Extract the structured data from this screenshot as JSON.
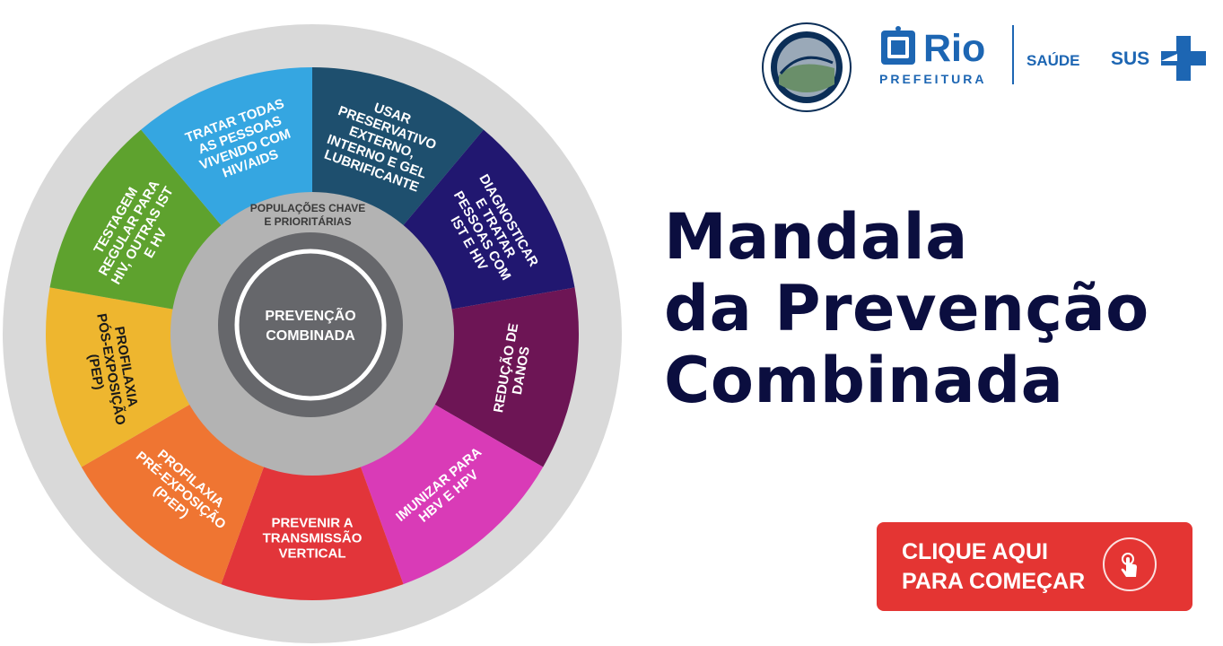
{
  "center": {
    "label_line1": "PREVENÇÃO",
    "label_line2": "COMBINADA"
  },
  "populations": {
    "line1": "POPULAÇÕES CHAVE",
    "line2": "E PRIORITÁRIAS"
  },
  "segments": [
    {
      "id": "preservativo",
      "color": "#1e4f6e",
      "text_color": "#ffffff",
      "lines": [
        "USAR",
        "PRESERVATIVO",
        "EXTERNO,",
        "INTERNO E GEL",
        "LUBRIFICANTE"
      ]
    },
    {
      "id": "diagnosticar",
      "color": "#211770",
      "text_color": "#ffffff",
      "lines": [
        "DIAGNOSTICAR",
        "E TRATAR",
        "PESSOAS COM",
        "IST E HIV"
      ]
    },
    {
      "id": "reducao-danos",
      "color": "#6d1555",
      "text_color": "#ffffff",
      "lines": [
        "REDUÇÃO DE",
        "DANOS"
      ]
    },
    {
      "id": "imunizar",
      "color": "#d93bb7",
      "text_color": "#ffffff",
      "lines": [
        "IMUNIZAR PARA",
        "HBV E HPV"
      ]
    },
    {
      "id": "transmissao-vertical",
      "color": "#e2353a",
      "text_color": "#ffffff",
      "lines": [
        "PREVENIR A",
        "TRANSMISSÃO",
        "VERTICAL"
      ]
    },
    {
      "id": "prep",
      "color": "#ef7532",
      "text_color": "#ffffff",
      "lines": [
        "PROFILAXIA",
        "PRÉ-EXPOSIÇÃO",
        "(PrEP)"
      ]
    },
    {
      "id": "pep",
      "color": "#eeb62f",
      "text_color": "#1a1a1a",
      "lines": [
        "PROFILAXIA",
        "PÓS-EXPOSIÇÃO",
        "(PEP)"
      ]
    },
    {
      "id": "testagem",
      "color": "#5ea22e",
      "text_color": "#ffffff",
      "lines": [
        "TESTAGEM",
        "REGULAR PARA",
        "HIV, OUTRAS IST",
        "E HV"
      ]
    },
    {
      "id": "tratar-todas",
      "color": "#35a6e1",
      "text_color": "#ffffff",
      "lines": [
        "TRATAR TODAS",
        "AS PESSOAS",
        "VIVENDO COM",
        "HIV/AIDS"
      ]
    }
  ],
  "title": {
    "line1": "Mandala",
    "line2": "da Prevenção",
    "line3": "Combinada"
  },
  "cta": {
    "line1": "CLIQUE AQUI",
    "line2": "PARA COMEÇAR",
    "icon": "tap-hand-icon"
  },
  "logos": {
    "rio_word": "Rio",
    "rio_sub": "PREFEITURA",
    "saude": "SAÚDE",
    "sus": "SUS"
  },
  "colors": {
    "title": "#0b0e3f",
    "cta": "#e43533",
    "brand_blue": "#1d66b3",
    "outer_ring": "#d9d9d9",
    "inner_ring": "#b3b3b3",
    "center": "#66676b"
  }
}
